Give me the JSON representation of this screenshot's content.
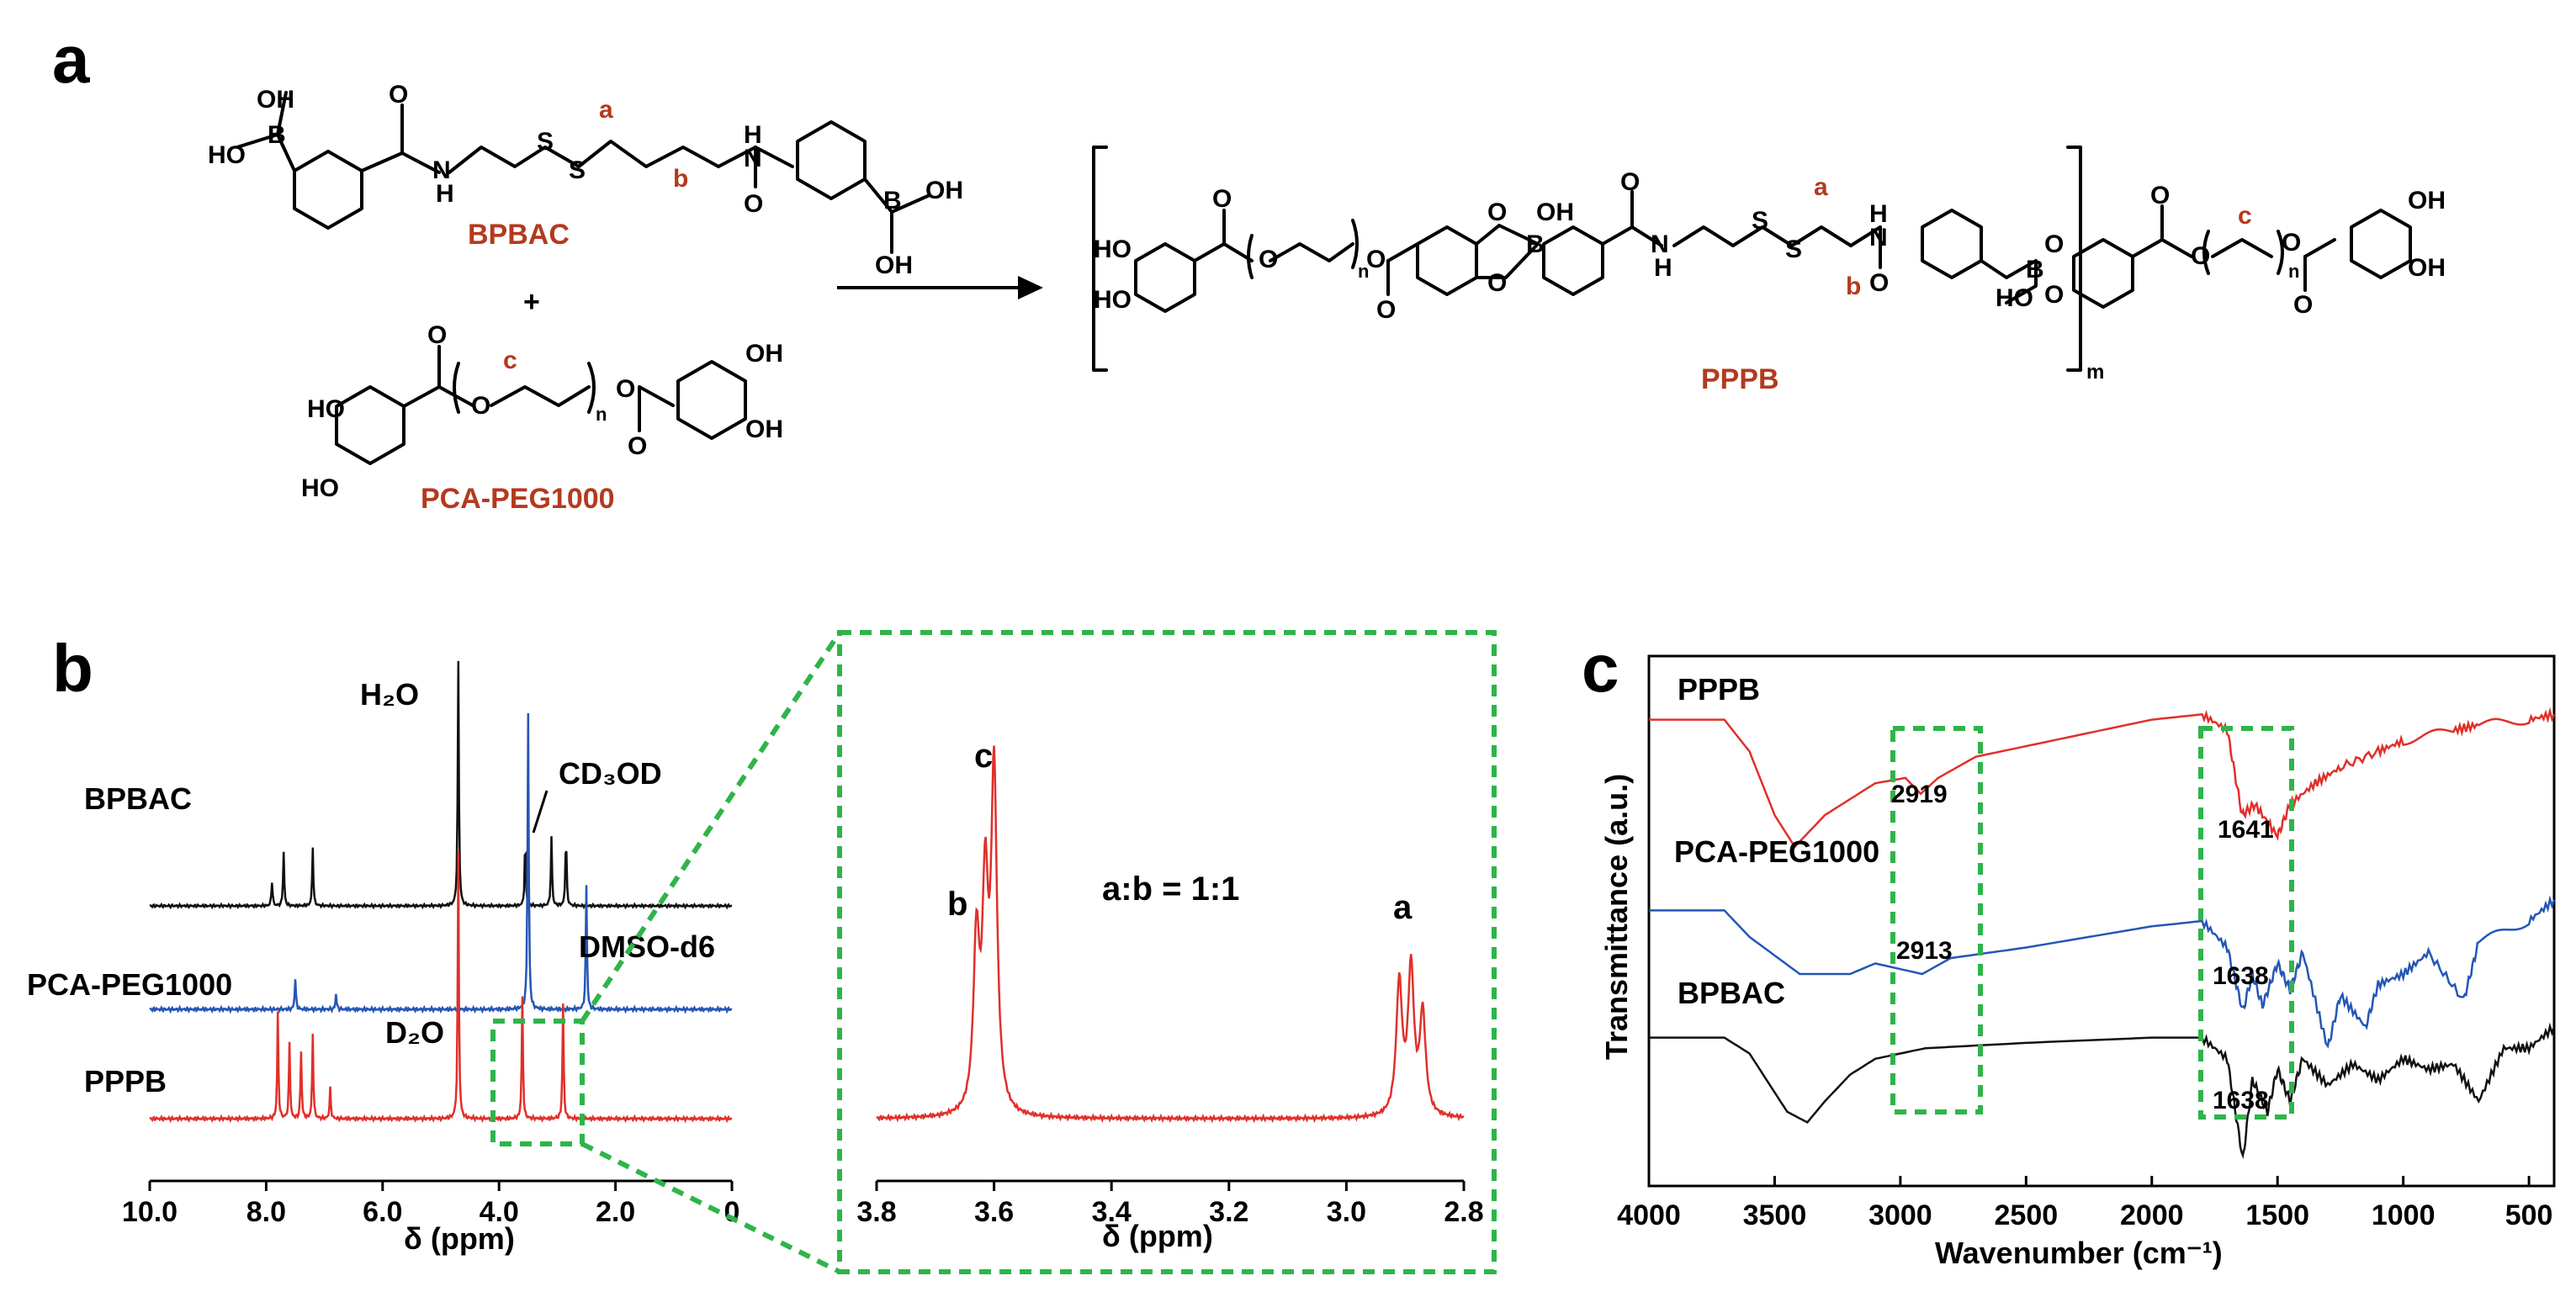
{
  "panels": {
    "a": "a",
    "b": "b",
    "c": "c"
  },
  "scheme": {
    "bpbac_label": "BPBAC",
    "pca_label": "PCA-PEG1000",
    "product_label": "PPPB",
    "plus": "+",
    "atoms": {
      "OH": "OH",
      "HO": "HO",
      "B": "B",
      "N": "N",
      "H": "H",
      "S": "S",
      "O": "O",
      "n": "n",
      "m": "m"
    },
    "site_labels": {
      "a": "a",
      "b": "b",
      "c": "c"
    }
  },
  "nmr": {
    "xlabel": "δ (ppm)",
    "traces": [
      "BPBAC",
      "PCA-PEG1000",
      "PPPB"
    ],
    "solvents": {
      "h2o": "H₂O",
      "cd3od": "CD₃OD",
      "dmso": "DMSO-d6",
      "d2o": "D₂O"
    },
    "colors": {
      "BPBAC": "#111111",
      "PCA-PEG1000": "#2456b5",
      "PPPB": "#e0302a"
    },
    "chart_data": {
      "type": "line",
      "x_ticks": [
        "10.0",
        "8.0",
        "6.0",
        "4.0",
        "2.0",
        "0"
      ],
      "xlim": [
        10.0,
        0
      ],
      "series": [
        {
          "name": "BPBAC",
          "peaks": [
            {
              "x": 7.9,
              "h": 0.1
            },
            {
              "x": 7.7,
              "h": 0.22
            },
            {
              "x": 7.2,
              "h": 0.24
            },
            {
              "x": 4.7,
              "h": 1.0
            },
            {
              "x": 3.55,
              "h": 0.28
            },
            {
              "x": 3.1,
              "h": 0.28
            },
            {
              "x": 2.85,
              "h": 0.3
            }
          ]
        },
        {
          "name": "PCA-PEG1000",
          "peaks": [
            {
              "x": 7.5,
              "h": 0.1
            },
            {
              "x": 6.8,
              "h": 0.05
            },
            {
              "x": 3.5,
              "h": 0.95
            },
            {
              "x": 2.5,
              "h": 0.4
            }
          ]
        },
        {
          "name": "PPPB",
          "peaks": [
            {
              "x": 7.8,
              "h": 0.35
            },
            {
              "x": 7.6,
              "h": 0.25
            },
            {
              "x": 7.4,
              "h": 0.22
            },
            {
              "x": 7.2,
              "h": 0.28
            },
            {
              "x": 6.9,
              "h": 0.1
            },
            {
              "x": 4.7,
              "h": 0.88
            },
            {
              "x": 3.6,
              "h": 0.4
            },
            {
              "x": 2.9,
              "h": 0.38
            }
          ]
        }
      ]
    }
  },
  "zoom": {
    "xlabel": "δ (ppm)",
    "ratio": "a:b = 1:1",
    "peak_labels": {
      "a": "a",
      "b": "b",
      "c": "c"
    },
    "chart_data": {
      "type": "line",
      "x_ticks": [
        "3.8",
        "3.6",
        "3.4",
        "3.2",
        "3.0",
        "2.8"
      ],
      "xlim": [
        3.8,
        2.8
      ],
      "series": [
        {
          "name": "PPPB",
          "peaks": [
            {
              "x": 3.63,
              "h": 0.5
            },
            {
              "x": 3.615,
              "h": 0.63
            },
            {
              "x": 3.6,
              "h": 1.0
            },
            {
              "x": 2.91,
              "h": 0.39
            },
            {
              "x": 2.89,
              "h": 0.43
            },
            {
              "x": 2.87,
              "h": 0.3
            }
          ]
        }
      ]
    }
  },
  "ftir": {
    "xlabel": "Wavenumber (cm⁻¹)",
    "ylabel": "Transmittance (a.u.)",
    "traces": [
      "PPPB",
      "PCA-PEG1000",
      "BPBAC"
    ],
    "annotations": [
      "2919",
      "1641",
      "2913",
      "1638",
      "1638"
    ],
    "colors": {
      "PPPB": "#e0302a",
      "PCA-PEG1000": "#2456b5",
      "BPBAC": "#111111"
    },
    "chart_data": {
      "type": "line",
      "x_ticks": [
        "4000",
        "3500",
        "3000",
        "2500",
        "2000",
        "1500",
        "1000",
        "500"
      ],
      "xlim": [
        4000,
        400
      ],
      "series": [
        {
          "name": "PPPB",
          "points": [
            [
              4000,
              0.88
            ],
            [
              3700,
              0.88
            ],
            [
              3600,
              0.82
            ],
            [
              3500,
              0.7
            ],
            [
              3420,
              0.64
            ],
            [
              3300,
              0.7
            ],
            [
              3100,
              0.76
            ],
            [
              2980,
              0.77
            ],
            [
              2919,
              0.74
            ],
            [
              2850,
              0.77
            ],
            [
              2700,
              0.81
            ],
            [
              2400,
              0.84
            ],
            [
              2000,
              0.88
            ],
            [
              1800,
              0.89
            ],
            [
              1700,
              0.86
            ],
            [
              1641,
              0.7
            ],
            [
              1590,
              0.72
            ],
            [
              1500,
              0.66
            ],
            [
              1450,
              0.72
            ],
            [
              1350,
              0.76
            ],
            [
              1250,
              0.79
            ],
            [
              1100,
              0.82
            ],
            [
              1000,
              0.84
            ],
            [
              800,
              0.86
            ],
            [
              700,
              0.87
            ],
            [
              500,
              0.88
            ],
            [
              400,
              0.89
            ]
          ]
        },
        {
          "name": "PCA-PEG1000",
          "points": [
            [
              4000,
              0.52
            ],
            [
              3700,
              0.52
            ],
            [
              3600,
              0.47
            ],
            [
              3400,
              0.4
            ],
            [
              3200,
              0.4
            ],
            [
              3100,
              0.42
            ],
            [
              2913,
              0.4
            ],
            [
              2800,
              0.43
            ],
            [
              2500,
              0.45
            ],
            [
              2000,
              0.49
            ],
            [
              1800,
              0.5
            ],
            [
              1700,
              0.45
            ],
            [
              1638,
              0.33
            ],
            [
              1600,
              0.4
            ],
            [
              1560,
              0.34
            ],
            [
              1500,
              0.42
            ],
            [
              1450,
              0.37
            ],
            [
              1400,
              0.44
            ],
            [
              1300,
              0.26
            ],
            [
              1250,
              0.36
            ],
            [
              1150,
              0.3
            ],
            [
              1100,
              0.38
            ],
            [
              1000,
              0.4
            ],
            [
              900,
              0.44
            ],
            [
              760,
              0.35
            ],
            [
              700,
              0.46
            ],
            [
              500,
              0.5
            ],
            [
              400,
              0.54
            ]
          ]
        },
        {
          "name": "BPBAC",
          "points": [
            [
              4000,
              0.28
            ],
            [
              3700,
              0.28
            ],
            [
              3600,
              0.25
            ],
            [
              3450,
              0.14
            ],
            [
              3370,
              0.12
            ],
            [
              3300,
              0.16
            ],
            [
              3200,
              0.21
            ],
            [
              3100,
              0.24
            ],
            [
              2900,
              0.26
            ],
            [
              2500,
              0.27
            ],
            [
              2000,
              0.28
            ],
            [
              1800,
              0.28
            ],
            [
              1700,
              0.24
            ],
            [
              1638,
              0.05
            ],
            [
              1600,
              0.2
            ],
            [
              1540,
              0.14
            ],
            [
              1500,
              0.22
            ],
            [
              1450,
              0.16
            ],
            [
              1400,
              0.24
            ],
            [
              1300,
              0.19
            ],
            [
              1200,
              0.23
            ],
            [
              1100,
              0.2
            ],
            [
              1000,
              0.24
            ],
            [
              900,
              0.22
            ],
            [
              800,
              0.23
            ],
            [
              700,
              0.16
            ],
            [
              600,
              0.26
            ],
            [
              500,
              0.26
            ],
            [
              400,
              0.3
            ]
          ]
        }
      ]
    }
  }
}
